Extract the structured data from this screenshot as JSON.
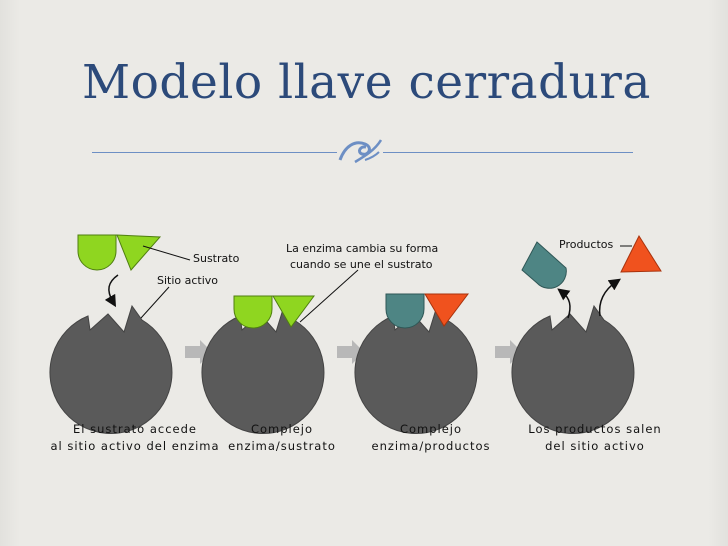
{
  "slide": {
    "title": "Modelo llave cerradura"
  },
  "diagram": {
    "callouts": {
      "sustrato": "Sustrato",
      "sitio_activo": "Sitio activo",
      "cambio_line1": "La enzima cambia su forma",
      "cambio_line2": "cuando se une el sustrato",
      "productos": "Productos"
    },
    "steps": [
      {
        "line1": "El sustrato accede",
        "line2": "al sitio activo del enzima"
      },
      {
        "line1": "Complejo",
        "line2": "enzima/sustrato"
      },
      {
        "line1": "Complejo",
        "line2": "enzima/productos"
      },
      {
        "line1": "Los productos salen",
        "line2": "del sitio activo"
      }
    ],
    "colors": {
      "enzyme": "#5a5a5a",
      "substrate": "#8fd620",
      "product_round": "#4e8584",
      "product_triangle": "#f0521e",
      "arrow": "#b8b8b8"
    }
  }
}
